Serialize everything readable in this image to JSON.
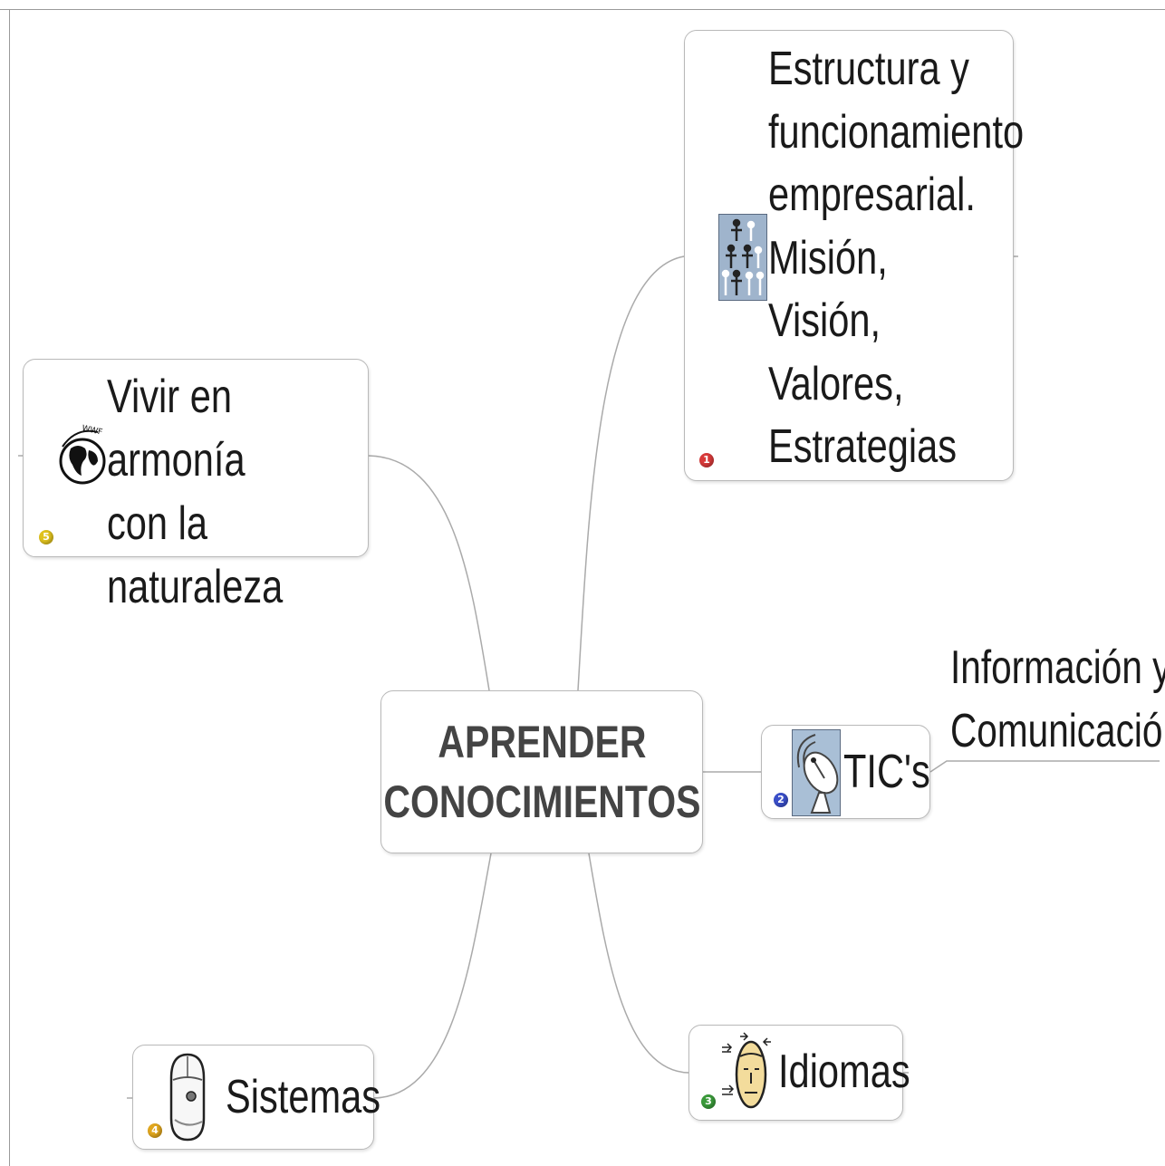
{
  "central": {
    "label": "APRENDER\nCONOCIMIENTOS"
  },
  "topics": [
    {
      "id": "estructura",
      "number": "1",
      "badge_color": "#d83a3a",
      "icon": "people-pyramid-icon",
      "label": "Estructura y\nfuncionamiento\nempresarial.\nMisión,\nVisión,\nValores,\nEstrategias"
    },
    {
      "id": "tics",
      "number": "2",
      "badge_color": "#3a4fc9",
      "icon": "satellite-dish-icon",
      "label": "TIC's"
    },
    {
      "id": "idiomas",
      "number": "3",
      "badge_color": "#3a9a3a",
      "icon": "speaking-head-icon",
      "label": "Idiomas"
    },
    {
      "id": "sistemas",
      "number": "4",
      "badge_color": "#e0a61e",
      "icon": "mouse-icon",
      "label": "Sistemas"
    },
    {
      "id": "vivir",
      "number": "5",
      "badge_color": "#e0c21e",
      "icon": "globe-icon",
      "label": "Vivir en armonía\ncon la\nnaturaleza"
    }
  ],
  "subtopics": [
    {
      "parent": "tics",
      "label": "Información y\nComunicación"
    }
  ]
}
